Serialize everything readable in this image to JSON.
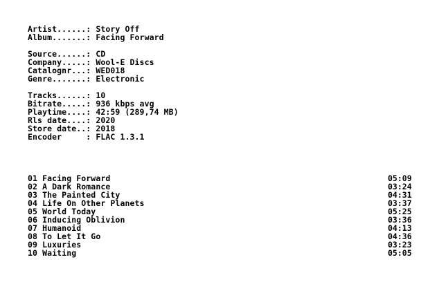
{
  "header": {
    "artist": "Artist......: Story Off",
    "album": "Album.......: Facing Forward"
  },
  "release": {
    "source": "Source......: CD",
    "company": "Company.....: Wool-E Discs",
    "catalognr": "Catalognr...: WED018",
    "genre": "Genre.......: Electronic"
  },
  "tech": {
    "tracks": "Tracks......: 10",
    "bitrate": "Bitrate.....: 936 kbps avg",
    "playtime": "Playtime....: 42:59 (289,74 MB)",
    "rls_date": "Rls date....: 2020",
    "store_date": "Store date..: 2018",
    "encoder": "Encoder     : FLAC 1.3.1"
  },
  "tracklist": [
    {
      "title": "01 Facing Forward",
      "time": "05:09"
    },
    {
      "title": "02 A Dark Romance",
      "time": "03:24"
    },
    {
      "title": "03 The Painted City",
      "time": "04:31"
    },
    {
      "title": "04 Life On Other Planets",
      "time": "03:37"
    },
    {
      "title": "05 World Today",
      "time": "05:25"
    },
    {
      "title": "06 Inducing Oblivion",
      "time": "03:36"
    },
    {
      "title": "07 Humanoid",
      "time": "04:13"
    },
    {
      "title": "08 To Let It Go",
      "time": "04:36"
    },
    {
      "title": "09 Luxuries",
      "time": "03:23"
    },
    {
      "title": "10 Waiting",
      "time": "05:05"
    }
  ]
}
